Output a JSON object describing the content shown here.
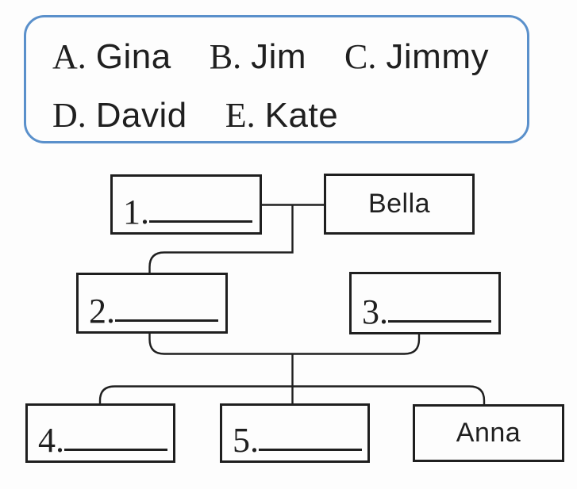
{
  "word_bank": {
    "options": [
      {
        "letter": "A.",
        "name": "Gina"
      },
      {
        "letter": "B.",
        "name": "Jim"
      },
      {
        "letter": "C.",
        "name": "Jimmy"
      },
      {
        "letter": "D.",
        "name": "David"
      },
      {
        "letter": "E.",
        "name": "Kate"
      }
    ]
  },
  "tree": {
    "nodes": [
      {
        "id": "blank-1",
        "label": "1.",
        "kind": "blank"
      },
      {
        "id": "bella",
        "label": "Bella",
        "kind": "name"
      },
      {
        "id": "blank-2",
        "label": "2.",
        "kind": "blank"
      },
      {
        "id": "blank-3",
        "label": "3.",
        "kind": "blank"
      },
      {
        "id": "blank-4",
        "label": "4.",
        "kind": "blank"
      },
      {
        "id": "blank-5",
        "label": "5.",
        "kind": "blank"
      },
      {
        "id": "anna",
        "label": "Anna",
        "kind": "name"
      }
    ]
  },
  "colors": {
    "word_bank_border": "#5a90cb",
    "ink": "#1f1f1f",
    "background": "#fdfdfd"
  }
}
